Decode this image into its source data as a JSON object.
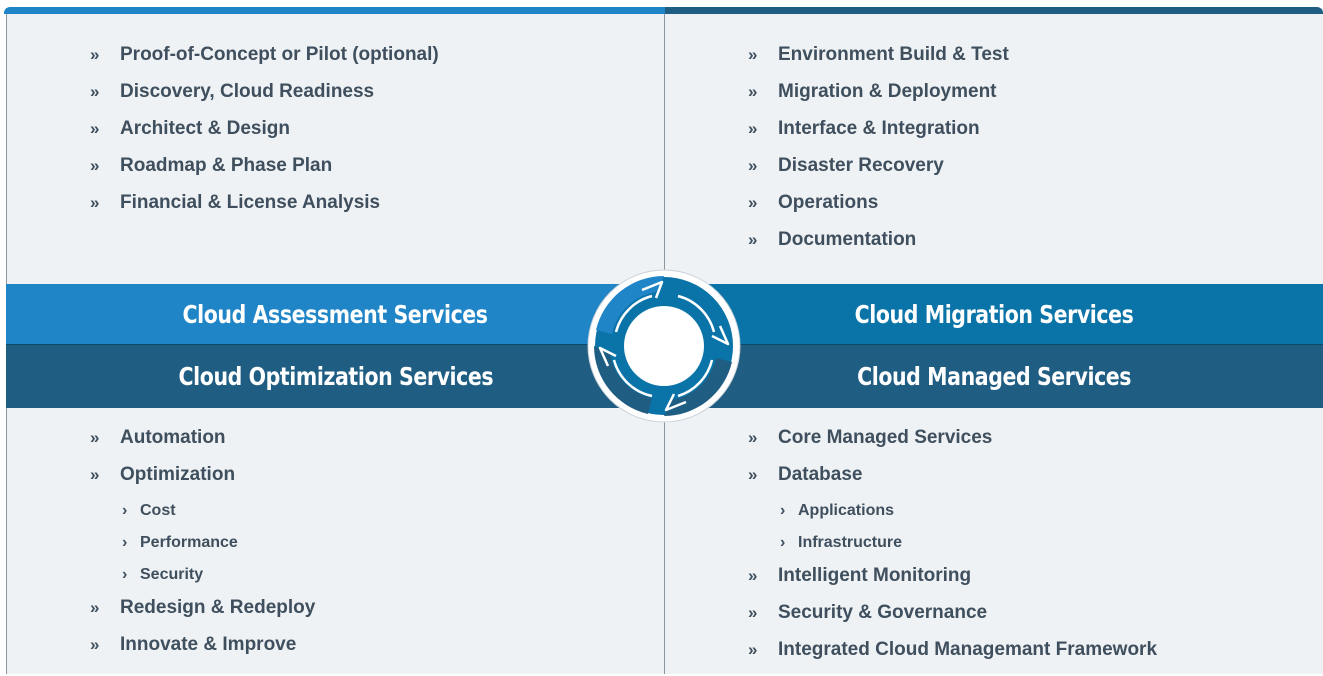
{
  "quadrants": {
    "assessment": {
      "title": "Cloud Assessment Services",
      "items": [
        {
          "text": "Proof-of-Concept or Pilot (optional)",
          "level": "main"
        },
        {
          "text": "Discovery, Cloud Readiness",
          "level": "main"
        },
        {
          "text": "Architect & Design",
          "level": "main"
        },
        {
          "text": "Roadmap & Phase Plan",
          "level": "main"
        },
        {
          "text": "Financial & License Analysis",
          "level": "main"
        }
      ]
    },
    "migration": {
      "title": "Cloud Migration Services",
      "items": [
        {
          "text": "Environment Build & Test",
          "level": "main"
        },
        {
          "text": "Migration & Deployment",
          "level": "main"
        },
        {
          "text": "Interface & Integration",
          "level": "main"
        },
        {
          "text": "Disaster Recovery",
          "level": "main"
        },
        {
          "text": "Operations",
          "level": "main"
        },
        {
          "text": "Documentation",
          "level": "main"
        }
      ]
    },
    "optimization": {
      "title": "Cloud Optimization Services",
      "items": [
        {
          "text": "Automation",
          "level": "main"
        },
        {
          "text": "Optimization",
          "level": "main"
        },
        {
          "text": "Cost",
          "level": "sub"
        },
        {
          "text": "Performance",
          "level": "sub"
        },
        {
          "text": "Security",
          "level": "sub"
        },
        {
          "text": "Redesign & Redeploy",
          "level": "main"
        },
        {
          "text": "Innovate & Improve",
          "level": "main"
        }
      ]
    },
    "managed": {
      "title": "Cloud Managed Services",
      "items": [
        {
          "text": "Core Managed Services",
          "level": "main"
        },
        {
          "text": "Database",
          "level": "main"
        },
        {
          "text": "Applications",
          "level": "sub"
        },
        {
          "text": "Infrastructure",
          "level": "sub"
        },
        {
          "text": "Intelligent Monitoring",
          "level": "main"
        },
        {
          "text": "Security & Governance",
          "level": "main"
        },
        {
          "text": "Integrated Cloud Managemant Framework",
          "level": "main"
        }
      ]
    }
  },
  "markers": {
    "main": "»",
    "sub": "›"
  },
  "colors": {
    "assessment_band": "#1f85c7",
    "migration_band": "#0a73a8",
    "lower_band": "#1f5d82",
    "text": "#3f4f5d",
    "panel": "#eef2f5"
  },
  "icons": {
    "center": "cycle-arrows-icon"
  }
}
